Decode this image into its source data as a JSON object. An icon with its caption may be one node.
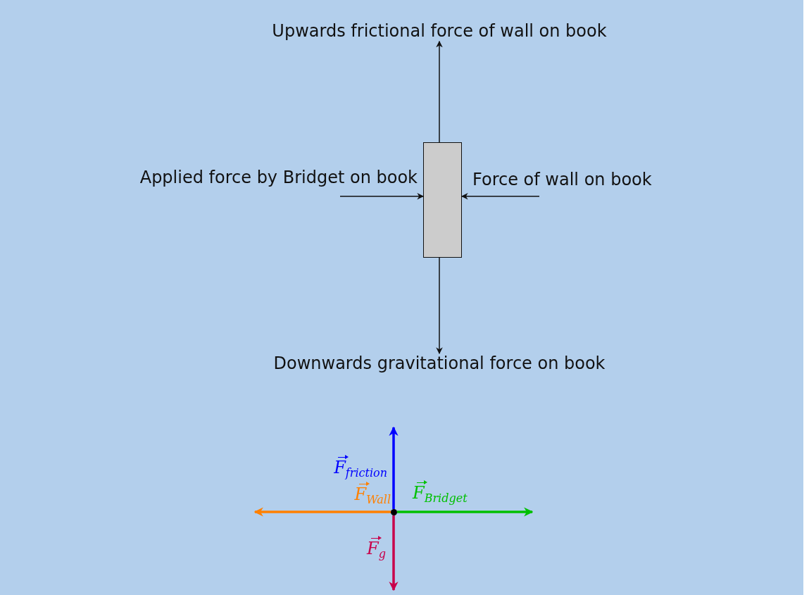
{
  "diagram": {
    "nodes": [
      {
        "text": [
          "Upwards frictional force of wall on book"
        ]
      },
      {
        "text": [
          "Applied force by Bridget on book"
        ]
      },
      {
        "text": [],
        "shape": "box"
      },
      {
        "text": [
          "Force of wall on book"
        ]
      },
      {
        "text": [
          "Downwards gravitational force on book"
        ]
      },
      {
        "text": [],
        "shape": "circle"
      }
    ],
    "edges": [
      {
        "from": 2,
        "to": 0,
        "arrow": "to"
      },
      {
        "from": 1,
        "to": 2,
        "arrow": "to"
      },
      {
        "from": 3,
        "to": 2,
        "arrow": "to"
      },
      {
        "from": 2,
        "to": 4,
        "arrow": "to"
      },
      {
        "from": 5,
        "to": null,
        "arrow": "to",
        "label": "F$_{friction}$",
        "style": "thick",
        "color": "#0000ff"
      },
      {
        "from": 5,
        "to": null,
        "arrow": "to",
        "label": "F$_{Wall}$",
        "style": "thick",
        "color": "#ff8000"
      },
      {
        "from": 5,
        "to": null,
        "arrow": "to",
        "label": "F$_{Bridget}$",
        "style": "thick",
        "color": "#00c000"
      },
      {
        "from": 5,
        "to": null,
        "arrow": "to",
        "label": "F$_{g}$",
        "style": "thick",
        "color": "#c8004a"
      }
    ]
  }
}
